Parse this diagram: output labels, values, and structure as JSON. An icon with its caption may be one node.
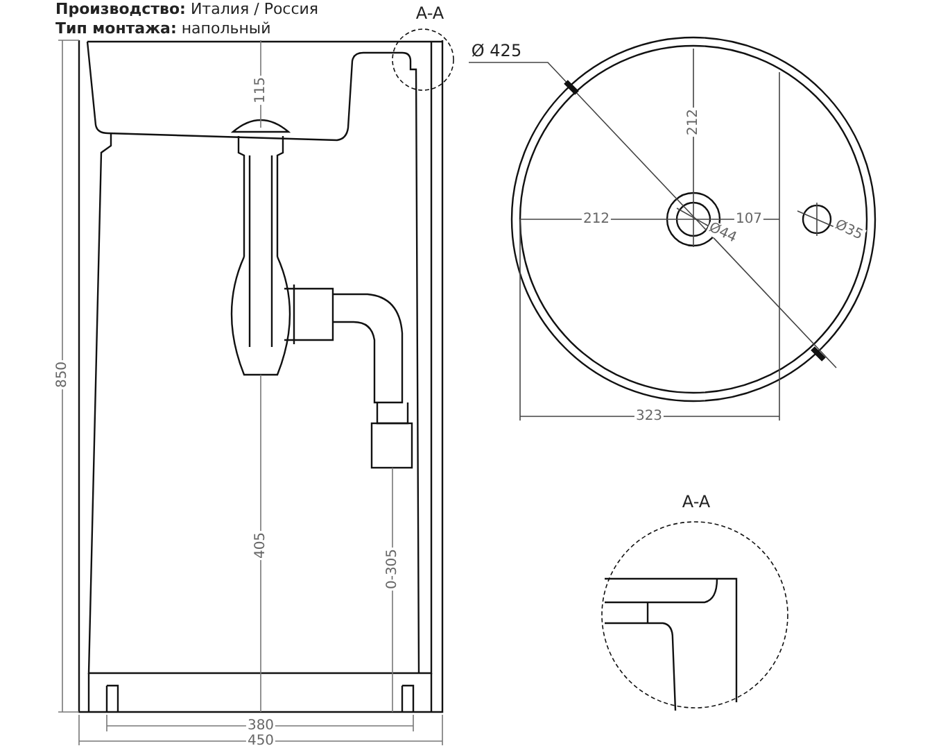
{
  "diagram": {
    "labels": [
      "**Производство:** Италия / Россия",
      "**Тип монтажа:** напольный",
      "A-A",
      "Ø 425",
      "115",
      "212",
      "212",
      "107",
      "Ø44",
      "Ø35",
      "850",
      "323",
      "A-A",
      "405",
      "0-305",
      "380",
      "450"
    ]
  }
}
